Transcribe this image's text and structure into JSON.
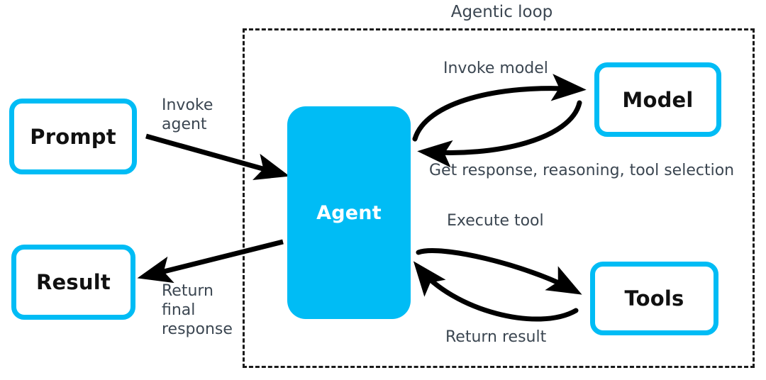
{
  "diagram": {
    "title": "Agentic loop",
    "colors": {
      "accent": "#00bcf5",
      "text": "#3b4651",
      "node_text": "#111111",
      "agent_text": "#ffffff",
      "boundary": "#1a1a1a",
      "background": "#ffffff"
    },
    "nodes": [
      {
        "id": "prompt",
        "label": "Prompt",
        "style": "outline"
      },
      {
        "id": "result",
        "label": "Result",
        "style": "outline"
      },
      {
        "id": "agent",
        "label": "Agent",
        "style": "filled"
      },
      {
        "id": "model",
        "label": "Model",
        "style": "outline"
      },
      {
        "id": "tools",
        "label": "Tools",
        "style": "outline"
      }
    ],
    "boundary": {
      "label": "Agentic loop",
      "style": "dashed",
      "contains": [
        "agent",
        "model",
        "tools"
      ]
    },
    "edges": [
      {
        "id": "invoke-agent",
        "from": "prompt",
        "to": "agent",
        "label": "Invoke\nagent",
        "shape": "straight"
      },
      {
        "id": "return-final",
        "from": "agent",
        "to": "result",
        "label": "Return\nfinal\nresponse",
        "shape": "straight"
      },
      {
        "id": "invoke-model",
        "from": "agent",
        "to": "model",
        "label": "Invoke model",
        "shape": "curved"
      },
      {
        "id": "get-response",
        "from": "model",
        "to": "agent",
        "label": "Get response, reasoning, tool selection",
        "shape": "curved"
      },
      {
        "id": "execute-tool",
        "from": "agent",
        "to": "tools",
        "label": "Execute tool",
        "shape": "curved"
      },
      {
        "id": "return-result",
        "from": "tools",
        "to": "agent",
        "label": "Return result",
        "shape": "curved"
      }
    ]
  }
}
